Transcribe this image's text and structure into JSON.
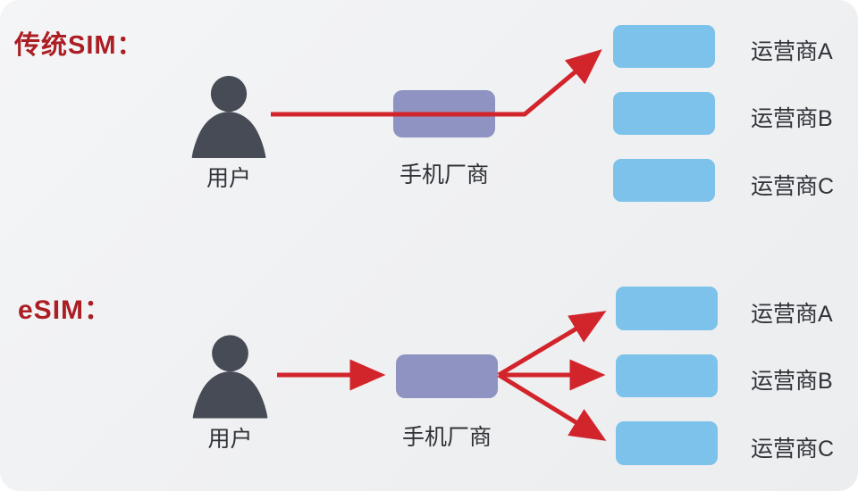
{
  "diagram": {
    "sections": [
      {
        "title": "传统SIM：",
        "user_label": "用户",
        "manufacturer_label": "手机厂商",
        "carriers": [
          "运营商A",
          "运营商B",
          "运营商C"
        ]
      },
      {
        "title": "eSIM：",
        "user_label": "用户",
        "manufacturer_label": "手机厂商",
        "carriers": [
          "运营商A",
          "运营商B",
          "运营商C"
        ]
      }
    ],
    "colors": {
      "title_red": "#ab1e23",
      "arrow_red": "#d2242b",
      "manufacturer_box": "#8e93c1",
      "carrier_box": "#7cc2ea",
      "person_silhouette": "#474b55",
      "label_text": "#2f3237",
      "panel_background": "#f0f1f3"
    }
  }
}
